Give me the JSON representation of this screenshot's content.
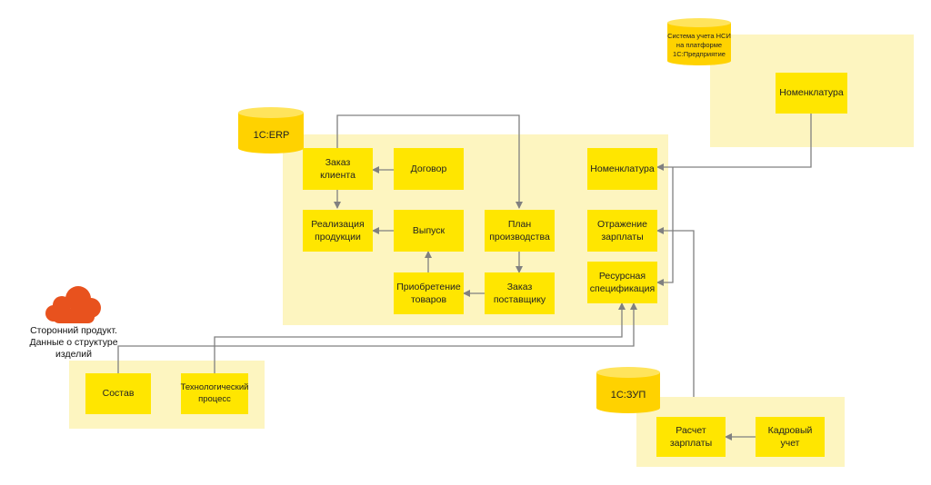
{
  "databases": {
    "nsi": "Система учета НСИ\nна платформе\n1С:Предприятие",
    "erp": "1С:ERP",
    "zup": "1С:ЗУП"
  },
  "nsi_block": {
    "nomenclature": "Номенклатура"
  },
  "erp_block": {
    "client_order": "Заказ\nклиента",
    "contract": "Договор",
    "sales": "Реализация\nпродукции",
    "output": "Выпуск",
    "production_plan": "План\nпроизводства",
    "purchase": "Приобретение\nтоваров",
    "supplier_order": "Заказ\nпоставщику",
    "nomenclature": "Номенклатура",
    "salary_reflection": "Отражение\nзарплаты",
    "resource_spec": "Ресурсная\nспецификация"
  },
  "external": {
    "caption": "Сторонний продукт.\nДанные о структуре\nизделий",
    "composition": "Состав",
    "tech_process": "Технологический\nпроцесс"
  },
  "zup_block": {
    "payroll": "Расчет\nзарплаты",
    "hr": "Кадровый\nучет"
  },
  "colors": {
    "region": "#fdf5c0",
    "box": "#ffe600",
    "db_body": "#ffd200",
    "db_top": "#ffe45c",
    "cloud": "#e8521e",
    "arrow": "#808080"
  }
}
